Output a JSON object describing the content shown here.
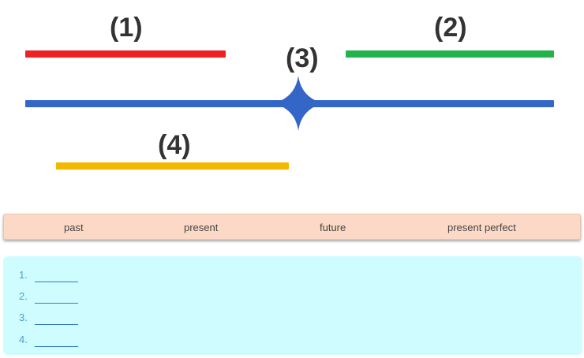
{
  "timeline": {
    "labels": [
      "(1)",
      "(2)",
      "(3)",
      "(4)"
    ],
    "colors": {
      "line1": "#ee2222",
      "line2": "#22b34b",
      "line3": "#3366c6",
      "line4": "#f5b800"
    }
  },
  "word_bank": {
    "words": [
      "past",
      "present",
      "future",
      "present perfect"
    ],
    "background": "#fcd9c6"
  },
  "answers": {
    "background": "#cffcfe",
    "numbers": [
      "1.",
      "2.",
      "3.",
      "4."
    ],
    "values": [
      "",
      "",
      "",
      ""
    ]
  }
}
